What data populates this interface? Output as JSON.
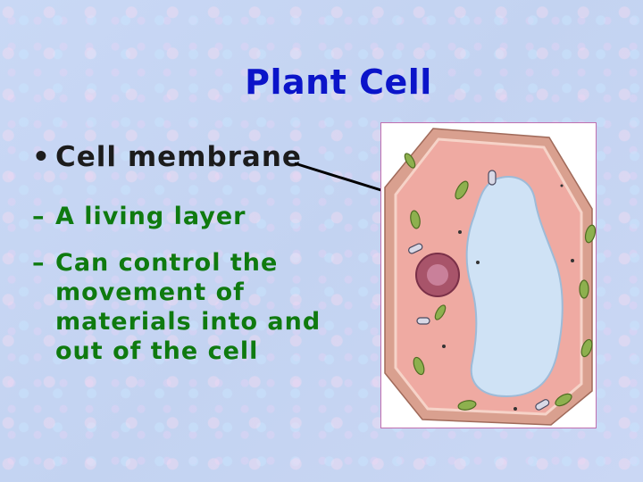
{
  "slide": {
    "title": "Plant Cell",
    "bullet": "Cell membrane",
    "sub_items": [
      {
        "dash": "–",
        "lines": [
          "A living layer"
        ]
      },
      {
        "dash": "–",
        "lines": [
          "Can control the",
          "movement of",
          "materials into and",
          "out of the cell"
        ]
      }
    ]
  },
  "colors": {
    "title": "#0b14c9",
    "bullet_text": "#1c1c1c",
    "sub_text": "#0f7a0f",
    "cell_wall": "#d9a08f",
    "cytoplasm": "#efaaa2",
    "vacuole": "#cfe2f5",
    "nucleus": "#a8546a",
    "chloroplast": "#8db04e"
  },
  "icons": {
    "bullet": "bullet-dot-icon",
    "diagram": "plant-cell-illustration"
  }
}
